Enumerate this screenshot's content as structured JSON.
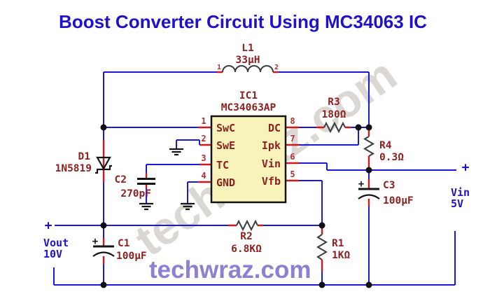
{
  "title": "Boost Converter Circuit Using MC34063 IC",
  "colors": {
    "background": "#ffffff",
    "title": "#1f12c8",
    "wire": "#1a18e0",
    "lead": "#cc1a1a",
    "label": "#8b2121",
    "pin_number": "#b03030",
    "ic_fill": "#f8f3ba",
    "ic_border": "#141414",
    "symbol": "#3d3d3d",
    "dot": "#111111",
    "terminal": "#2012c8",
    "watermark_bottom": "#8e80d0",
    "watermark_diagonal": "rgba(125,112,95,0.28)"
  },
  "watermarks": {
    "diagonal": "techwraz.com",
    "bottom": "techwraz.com"
  },
  "ic": {
    "ref": "IC1",
    "part": "MC34063AP",
    "pins_left": [
      {
        "num": "1",
        "name": "SwC"
      },
      {
        "num": "2",
        "name": "SwE"
      },
      {
        "num": "3",
        "name": "TC"
      },
      {
        "num": "4",
        "name": "GND"
      }
    ],
    "pins_right": [
      {
        "num": "8",
        "name": "DC"
      },
      {
        "num": "7",
        "name": "Ipk"
      },
      {
        "num": "6",
        "name": "Vin"
      },
      {
        "num": "5",
        "name": "Vfb"
      }
    ]
  },
  "inductor": {
    "ref": "L1",
    "value": "33µH",
    "pin_a": "1",
    "pin_b": "2"
  },
  "diode": {
    "ref": "D1",
    "value": "1N5819"
  },
  "resistors": {
    "r1": {
      "ref": "R1",
      "value": "1KΩ"
    },
    "r2": {
      "ref": "R2",
      "value": "6.8KΩ"
    },
    "r3": {
      "ref": "R3",
      "value": "180Ω"
    },
    "r4": {
      "ref": "R4",
      "value": "0.3Ω"
    }
  },
  "capacitors": {
    "c1": {
      "ref": "C1",
      "value": "100µF",
      "polarity": "+"
    },
    "c2": {
      "ref": "C2",
      "value": "270pF"
    },
    "c3": {
      "ref": "C3",
      "value": "100µF",
      "polarity": "+"
    }
  },
  "terminals": {
    "vout": {
      "plus": "+",
      "name": "Vout",
      "value": "10V"
    },
    "vin": {
      "plus": "+",
      "name": "Vin",
      "value": "5V"
    }
  }
}
